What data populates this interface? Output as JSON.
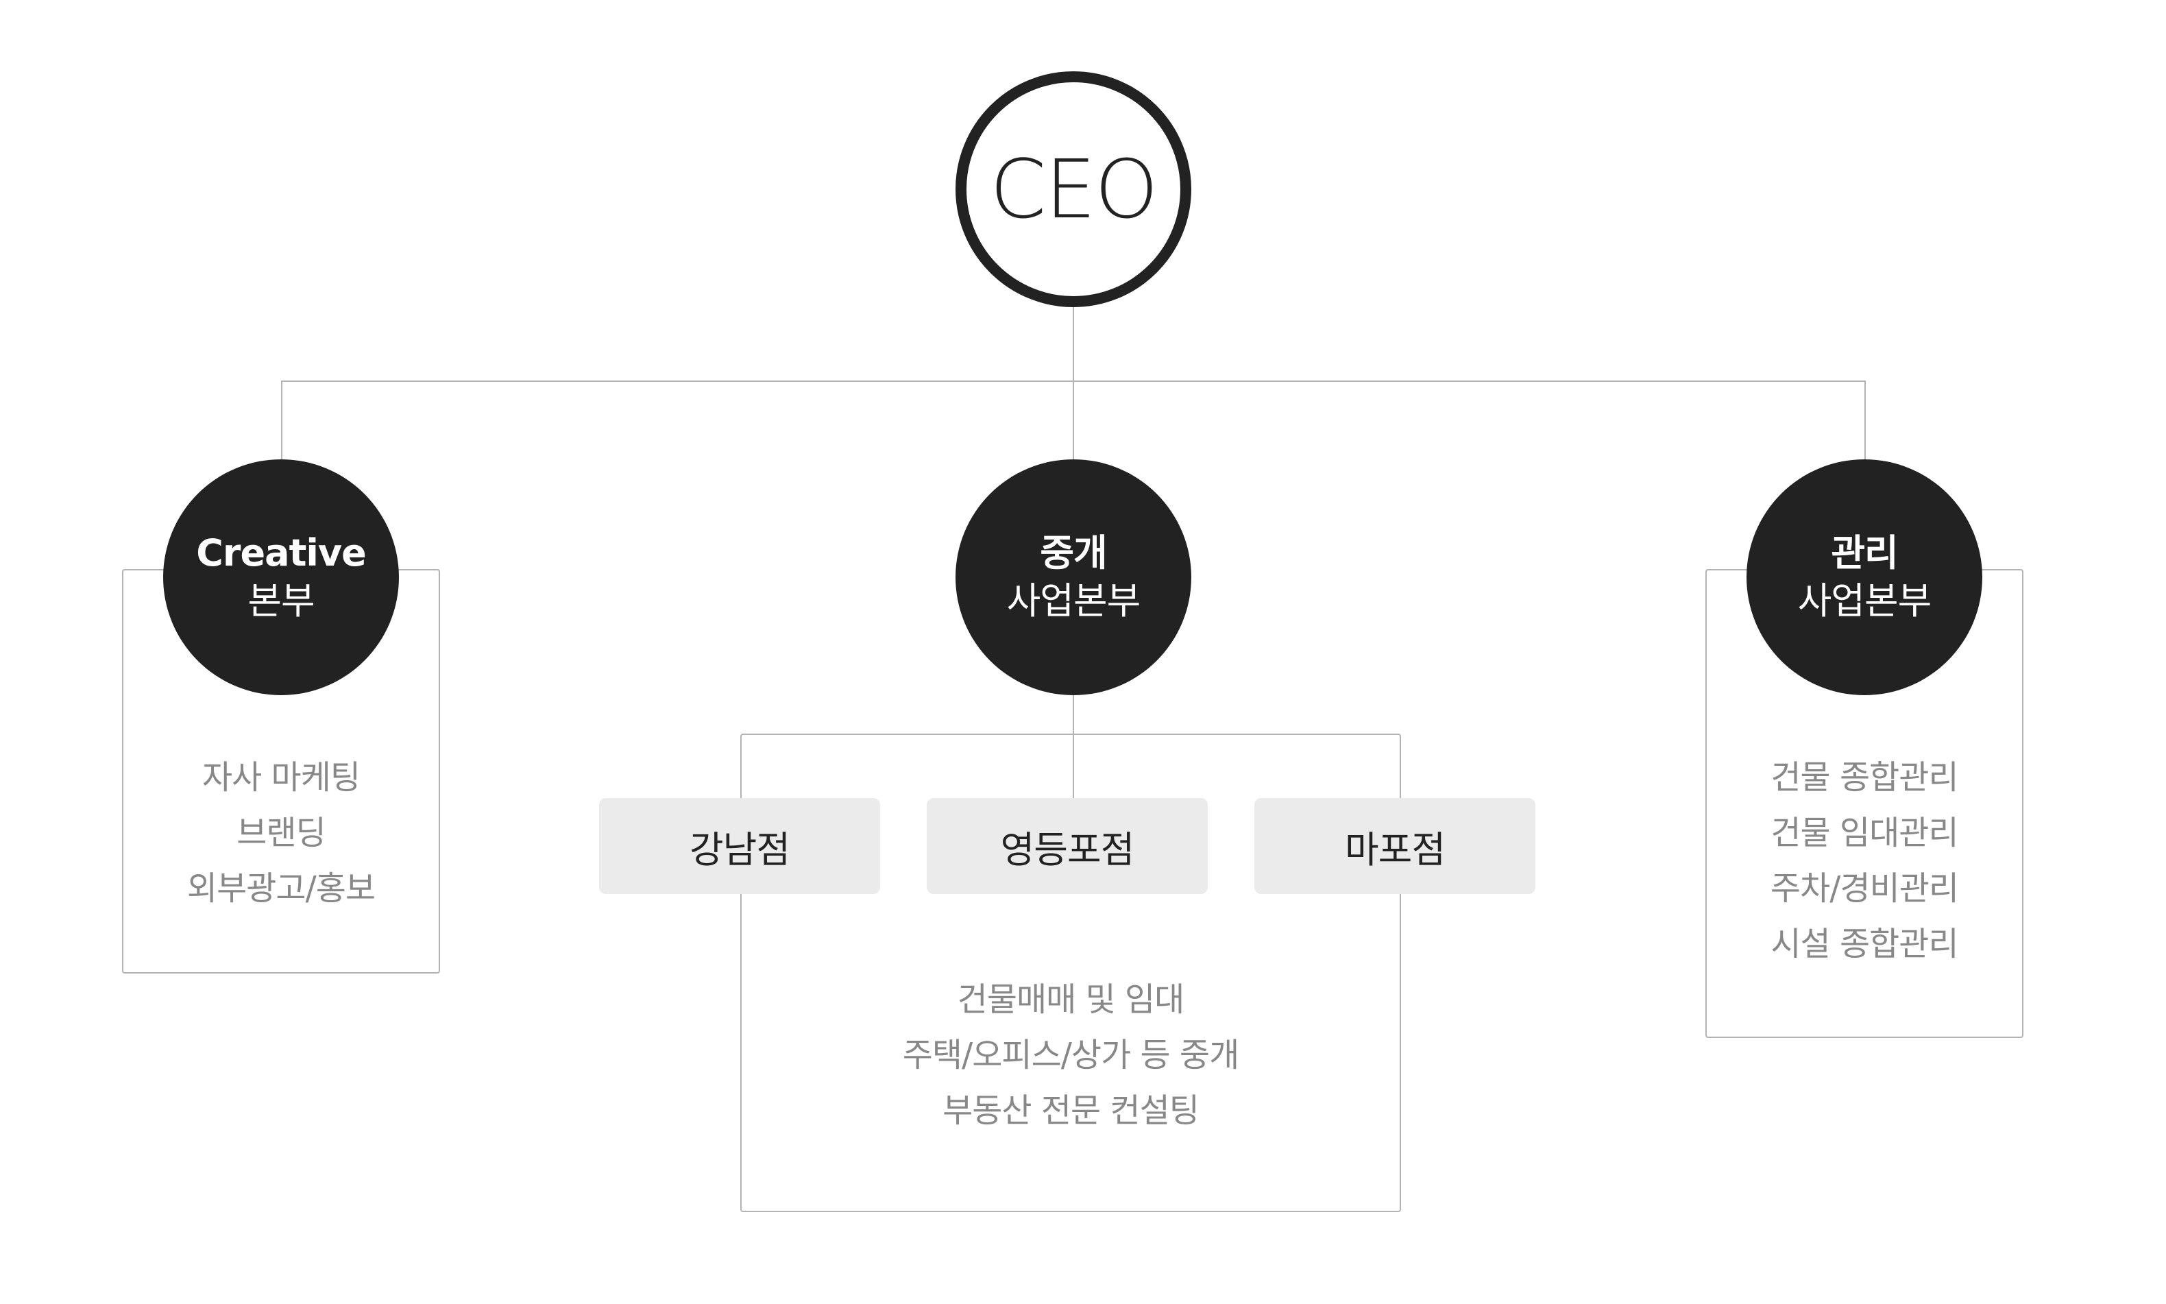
{
  "ceo": {
    "label": "CEO"
  },
  "departments": [
    {
      "title": "Creative",
      "subtitle": "본부",
      "duties": [
        "자사 마케팅",
        "브랜딩",
        "외부광고/홍보"
      ]
    },
    {
      "title": "중개",
      "subtitle": "사업본부",
      "branches": [
        "강남점",
        "영등포점",
        "마포점"
      ],
      "duties": [
        "건물매매 및 임대",
        "주택/오피스/상가 등 중개",
        "부동산 전문 컨설팅"
      ]
    },
    {
      "title": "관리",
      "subtitle": "사업본부",
      "duties": [
        "건물 종합관리",
        "건물 임대관리",
        "주차/경비관리",
        "시설 종합관리"
      ]
    }
  ],
  "colors": {
    "node_fill": "#222222",
    "connector": "#b3b3b3",
    "branch_fill": "#ebebeb",
    "duty_text": "#888888"
  }
}
